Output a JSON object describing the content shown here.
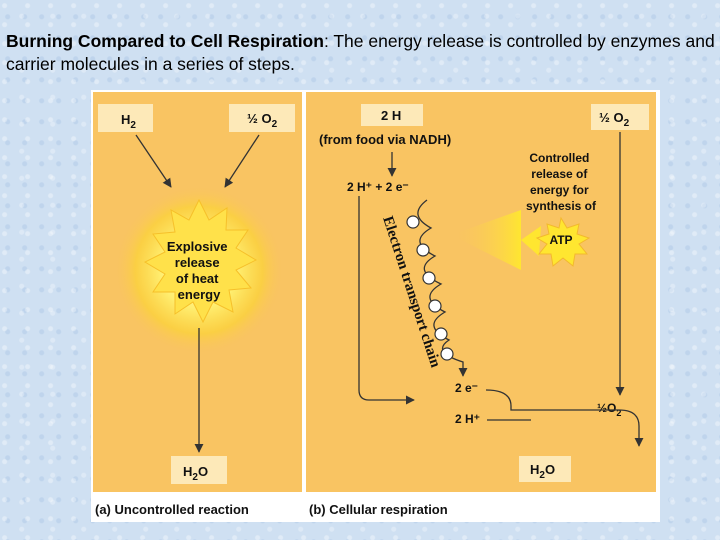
{
  "caption": {
    "title": "Burning Compared to Cell Respiration",
    "text": ":  The energy release is controlled by enzymes and carrier molecules in a series of steps."
  },
  "panel_a": {
    "h2": "H",
    "h2_sub": "2",
    "half_o2": "½ O",
    "half_o2_sub": "2",
    "burst_lines": [
      "Explosive",
      "release",
      "of heat",
      "energy"
    ],
    "water": "H",
    "water_sub": "2",
    "water_o": "O",
    "label": "(a) Uncontrolled reaction"
  },
  "panel_b": {
    "two_h": "2 H",
    "from_food": "(from food via NADH)",
    "half_o2": "½ O",
    "half_o2_sub": "2",
    "protons_electrons": "2 H⁺  +  2 e⁻",
    "controlled_lines": [
      "Controlled",
      "release of",
      "energy for",
      "synthesis of"
    ],
    "atp": "ATP",
    "etc_label": "Electron transport chain",
    "two_e": "2 e⁻",
    "two_h_plus": "2 H⁺",
    "half_o2_bottom": "½O",
    "half_o2_bottom_sub": "2",
    "water": "H",
    "water_sub": "2",
    "water_o": "O",
    "label": "(b) Cellular respiration"
  },
  "colors": {
    "panel": "#f9c462",
    "label_box": "#fde9b8",
    "arrow": "#333333",
    "burst": "#ffe14a"
  }
}
